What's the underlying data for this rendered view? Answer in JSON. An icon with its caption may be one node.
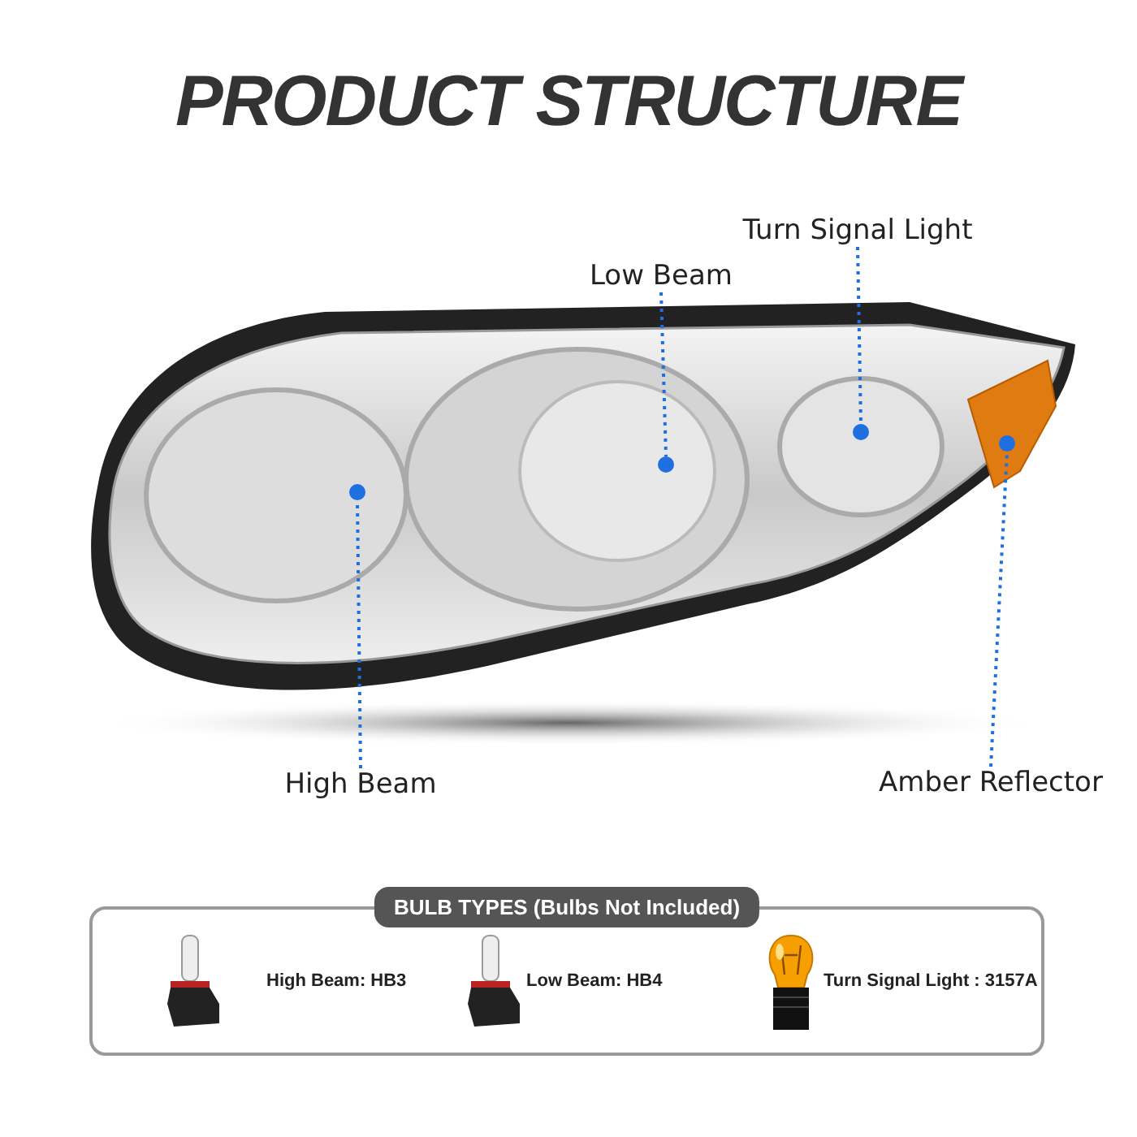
{
  "diagram": {
    "title": "PRODUCT STRUCTURE",
    "nodes": [
      {
        "text": [
          "Turn Signal Light"
        ]
      },
      {
        "text": [
          "Low Beam"
        ]
      },
      {
        "text": [],
        "shape": "circle"
      },
      {
        "text": [],
        "shape": "circle"
      },
      {
        "text": [],
        "shape": "circle"
      },
      {
        "text": [],
        "shape": "circle"
      },
      {
        "text": [
          "High Beam"
        ]
      },
      {
        "text": [
          "Amber Reflector"
        ]
      },
      {
        "text": [
          "BULB TYPES (Bulbs Not Included)"
        ]
      },
      {
        "text": [],
        "shape": "picture",
        "in": 8,
        "beside": [
          "High Beam: HB3"
        ]
      },
      {
        "text": [],
        "shape": "picture",
        "in": 8,
        "beside": [
          "Low Beam: HB4"
        ]
      },
      {
        "text": [],
        "shape": "picture",
        "in": 8,
        "beside": [
          "Turn Signal Light : 3157A"
        ]
      }
    ],
    "edges": [
      {
        "from": 0,
        "to": 2,
        "arrow": "none",
        "style": "dashed"
      },
      {
        "from": 1,
        "to": 4,
        "arrow": "none",
        "style": "dashed"
      },
      {
        "from": 6,
        "to": 5,
        "arrow": "none",
        "style": "dashed"
      },
      {
        "from": 7,
        "to": 3,
        "arrow": "none",
        "style": "dashed"
      }
    ]
  }
}
